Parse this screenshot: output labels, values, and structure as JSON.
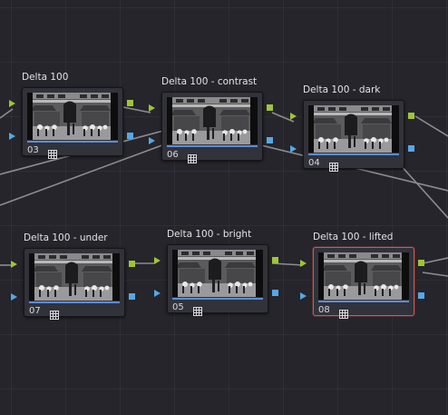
{
  "app": "node-graph",
  "colors": {
    "rgb_port": "#9dc536",
    "alpha_port": "#56a7e6",
    "selected_border": "#d9534c",
    "wire": "#8c8c92"
  },
  "nodes": [
    {
      "title": "Delta 100",
      "number": "03",
      "icon": "grid-icon",
      "selected": false
    },
    {
      "title": "Delta 100 - contrast",
      "number": "06",
      "icon": "grid-icon",
      "selected": false
    },
    {
      "title": "Delta 100 - dark",
      "number": "04",
      "icon": "grid-icon",
      "selected": false
    },
    {
      "title": "Delta 100 - under",
      "number": "07",
      "icon": "grid-icon",
      "selected": false
    },
    {
      "title": "Delta 100 - bright",
      "number": "05",
      "icon": "grid-icon",
      "selected": false
    },
    {
      "title": "Delta 100 - lifted",
      "number": "08",
      "icon": "grid-icon",
      "selected": true
    }
  ]
}
